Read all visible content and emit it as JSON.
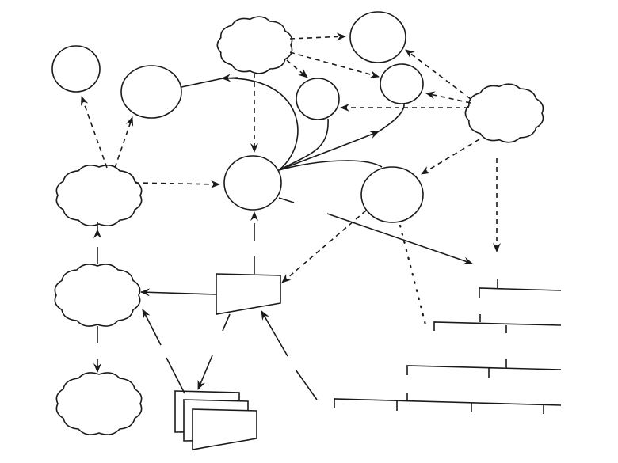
{
  "diagram": {
    "type": "concept-network",
    "has_text_labels": false,
    "colors": {
      "stroke": "#1a1a1a",
      "background": "#ffffff"
    },
    "nodes": [
      {
        "id": "cloud-top",
        "shape": "cloud",
        "label": ""
      },
      {
        "id": "cloud-right",
        "shape": "cloud",
        "label": ""
      },
      {
        "id": "cloud-left-upper",
        "shape": "cloud",
        "label": ""
      },
      {
        "id": "cloud-left-middle",
        "shape": "cloud",
        "label": ""
      },
      {
        "id": "cloud-left-bottom",
        "shape": "cloud",
        "label": ""
      },
      {
        "id": "circle-far-left",
        "shape": "circle",
        "label": ""
      },
      {
        "id": "circle-left",
        "shape": "circle",
        "label": ""
      },
      {
        "id": "circle-center-hub",
        "shape": "circle",
        "label": ""
      },
      {
        "id": "circle-small-center",
        "shape": "circle",
        "label": ""
      },
      {
        "id": "circle-top-right",
        "shape": "circle",
        "label": ""
      },
      {
        "id": "circle-mid-right",
        "shape": "circle",
        "label": ""
      },
      {
        "id": "circle-lower-right",
        "shape": "circle",
        "label": ""
      },
      {
        "id": "trapezoid-box",
        "shape": "trapezoid",
        "label": ""
      },
      {
        "id": "document-stack",
        "shape": "stacked-pages",
        "count": 3,
        "label": ""
      },
      {
        "id": "timeline-scales",
        "shape": "offset-scale-bars",
        "count": 4,
        "label": ""
      }
    ],
    "edges": [
      {
        "from": "cloud-top",
        "to": "circle-top-right",
        "style": "dashed"
      },
      {
        "from": "cloud-top",
        "to": "circle-mid-right",
        "style": "dashed"
      },
      {
        "from": "cloud-top",
        "to": "circle-small-center",
        "style": "dashed"
      },
      {
        "from": "cloud-top",
        "to": "circle-center-hub",
        "style": "dashed"
      },
      {
        "from": "cloud-right",
        "to": "circle-top-right",
        "style": "dashed"
      },
      {
        "from": "cloud-right",
        "to": "circle-mid-right",
        "style": "dashed"
      },
      {
        "from": "cloud-right",
        "to": "circle-small-center",
        "style": "dashed"
      },
      {
        "from": "cloud-right",
        "to": "circle-lower-right",
        "style": "dashed"
      },
      {
        "from": "cloud-right",
        "to": "timeline-scales",
        "style": "dashed"
      },
      {
        "from": "cloud-left-upper",
        "to": "circle-far-left",
        "style": "dashed"
      },
      {
        "from": "cloud-left-upper",
        "to": "circle-left",
        "style": "dashed"
      },
      {
        "from": "cloud-left-upper",
        "to": "circle-center-hub",
        "style": "dashed"
      },
      {
        "from": "circle-center-hub",
        "to": "circle-left",
        "style": "solid-curve"
      },
      {
        "from": "circle-center-hub",
        "to": "circle-mid-right",
        "style": "solid-curve"
      },
      {
        "from": "circle-center-hub",
        "to": "circle-small-center",
        "style": "solid-curve"
      },
      {
        "from": "circle-center-hub",
        "to": "circle-lower-right",
        "style": "solid-curve"
      },
      {
        "from": "circle-center-hub",
        "to": "timeline-scales",
        "style": "solid"
      },
      {
        "from": "circle-lower-right",
        "to": "trapezoid-box",
        "style": "dashed"
      },
      {
        "from": "circle-lower-right",
        "to": "timeline-scales",
        "style": "dotted"
      },
      {
        "from": "trapezoid-box",
        "to": "circle-center-hub",
        "style": "long-dash"
      },
      {
        "from": "trapezoid-box",
        "to": "cloud-left-middle",
        "style": "solid"
      },
      {
        "from": "trapezoid-box",
        "to": "document-stack",
        "style": "long-dash"
      },
      {
        "from": "document-stack",
        "to": "cloud-left-middle",
        "style": "long-dash"
      },
      {
        "from": "timeline-scales",
        "to": "trapezoid-box",
        "style": "long-dash"
      },
      {
        "from": "cloud-left-middle",
        "to": "cloud-left-upper",
        "style": "long-dash"
      },
      {
        "from": "cloud-left-middle",
        "to": "cloud-left-bottom",
        "style": "long-dash"
      }
    ]
  }
}
